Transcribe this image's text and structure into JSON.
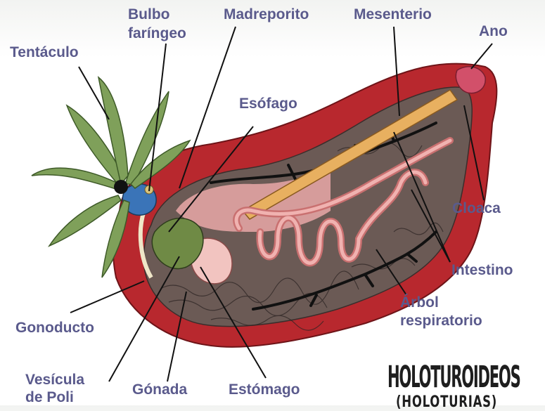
{
  "labels": {
    "tentaculo": "Tentáculo",
    "bulbo_line1": "Bulbo",
    "bulbo_line2": "faríngeo",
    "madreporito": "Madreporito",
    "mesenterio": "Mesenterio",
    "ano": "Ano",
    "esofago": "Esófago",
    "cloaca": "Cloaca",
    "intestino": "Intestino",
    "arbol_line1": "Árbol",
    "arbol_line2": "respiratorio",
    "gonoducto": "Gonoducto",
    "vesicula_line1": "Vesícula",
    "vesicula_line2": "de Poli",
    "gonada": "Gónada",
    "estomago": "Estómago"
  },
  "title": {
    "main": "HOLOTUROIDEOS",
    "sub": "(HOLOTURIAS)"
  },
  "colors": {
    "label": "#5a5a8c",
    "body_wall": "#b8282e",
    "tissue": "#6b5a55",
    "tentacle": "#7fa05a",
    "intestine": "#f0b2b0",
    "mesentery": "#e8b060"
  }
}
